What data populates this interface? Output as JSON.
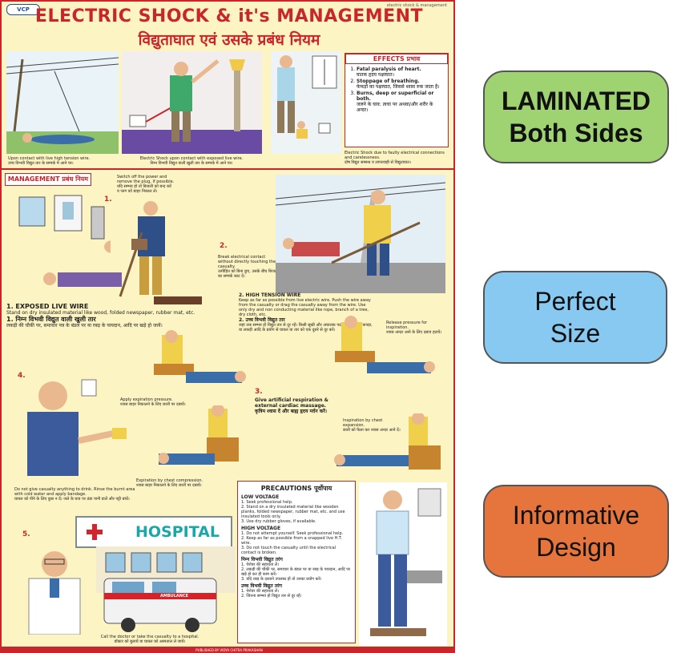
{
  "poster": {
    "badge": "VCP",
    "corner_note": "electric shock & management",
    "title_en": "ELECTRIC SHOCK & it's MANAGEMENT",
    "title_hi": "विद्युताघात एवं उसके प्रबंध नियम",
    "captions": {
      "lying": "Upon contact with live high tension wire.",
      "lying_hi": "उच्च विभवी विद्युत तार के सम्पर्क में आने पर।",
      "exposed_contact": "Electric Shock upon contact with exposed live wire.",
      "exposed_contact_hi": "निम्न विभवी विद्युत वाली खुली तार के सम्पर्क में आने पर।",
      "faulty": "Electric Shock due to faulty electrical connections and carelessness.",
      "faulty_hi": "दोष विद्युत सम्बन्ध व लापरवाही से विद्युताघात।"
    },
    "effects": {
      "title": "EFFECTS प्रभाव",
      "items": [
        "Fatal paralysis of heart.",
        "घातक हृदय पक्षाघात।",
        "Stoppage of breathing.",
        "फेफड़ों का पक्षाघात, जिससे श्वास रुक जाता है।",
        "Burns, deep or superficial or both.",
        "जलने के घाव: त्वचा पर अथवा/और शरीर के अन्दर।"
      ]
    },
    "management": {
      "title": "MANAGEMENT प्रबंध नियम",
      "step1_note": "Switch off the power and remove the plug, if possible.",
      "step1_note_hi": "यदि सम्भव हो तो बिजली को बन्द करें व प्लग को बाहर निकाल लें।",
      "step2_note": "Break electrical contact without directly touching the casualty.",
      "step2_note_hi": "उत्पीड़ित को बिना छुए, उसके बीच बिजली का सम्पर्क काट दें।",
      "exposed_heading": "1. EXPOSED LIVE WIRE",
      "exposed_text": "Stand on dry insulated material like wood, folded newspaper, rubber mat, etc.",
      "exposed_heading_hi": "1. निम्न विभवी विद्युत वाली खुली तार",
      "exposed_text_hi": "लकड़ी की चौकी पर, समाचार पत्र के बंडल पर या रबड़ के पायदान, आदि पर खड़े हो जायें।",
      "high_tension_heading": "2. HIGH TENSION WIRE",
      "high_tension_text": "Keep as far as possible from live electric wire. Push the wire away from the casualty or drag the casualty away from the wire. Use only dry and non conducting material like rope, branch of a tree, dry cloth, etc.",
      "high_tension_heading_hi": "2. उच्च विभवी विद्युत तार",
      "high_tension_text_hi": "जहां तक सम्भव हो विद्युत तार से दूर रहें। किसी सूखी और अचालक पदार्थ जैसे रस्सी, कपड़ा, या लकड़ी आदि के प्रयोग से घायल या तार को एक दूसरे से दूर करें।",
      "expiration": "Apply expiration pressure.",
      "expiration_hi": "श्वास बाहर निकालने के लिए छाती पर दबायें।",
      "release": "Release pressure for inspiration.",
      "release_hi": "श्वास अन्दर आने के लिए दबाव हटायें।",
      "step3": "Give artificial respiration & external cardiac massage.",
      "step3_hi": "कृत्रिम श्वास दें और बाह्य हृदय मर्दन करें।",
      "chest_expansion": "Inspiration by chest expansion.",
      "chest_expansion_hi": "छाती को फैला कर श्वास अन्दर आने दें।",
      "chest_compression": "Expiration by chest compression.",
      "chest_compression_hi": "श्वास बाहर निकालने के लिए छाती पर दबायें।",
      "step4_note": "Do not give casualty anything to drink. Rinse the burnt area with cold water and apply bandage.",
      "step4_note_hi": "घायल को पीने के लिए कुछ न दें। जले के घाव पर ठंडा पानी डालें और पट्टी बांधें।",
      "hospital_sign": "HOSPITAL",
      "ambulance_label": "AMBULANCE",
      "doctor_caption": "Call the doctor or take the casualty to a hospital.",
      "doctor_caption_hi": "डॉक्टर को बुलायें या घायल को अस्पताल ले जायें।"
    },
    "precautions": {
      "title": "PRECAUTIONS पूर्वोपाय",
      "low_heading": "LOW VOLTAGE",
      "low_items": [
        "1. Seek professional help.",
        "2. Stand on a dry insulated material like wooden planks, folded newspaper, rubber mat, etc. and use insulated tools only.",
        "3. Use dry rubber gloves, if available."
      ],
      "high_heading": "HIGH VOLTAGE",
      "high_items": [
        "1. Do not attempt yourself. Seek professional help.",
        "2. Keep as far as possible from a snapped live H.T. wire.",
        "3. Do not touch the casualty until the electrical contact is broken."
      ],
      "low_heading_hi": "निम्न विभवी विद्युत तरंग",
      "low_items_hi": [
        "1. पेशेवर की सहायता लें।",
        "2. लकड़ी की चौकी पर, समाचार के बंडल पर या रबड़ के पायदान, आदि पर खड़े हो कर ही काम करें।",
        "3. यदि रबड़ के दस्ताने उपलब्ध हों तो उनका प्रयोग करें।"
      ],
      "high_heading_hi": "उच्च विभवी विद्युत तरंग",
      "high_items_hi": [
        "1. पेशेवर की सहायता लें।",
        "2. जितना सम्भव हो विद्युत तार से दूर रहें।"
      ]
    },
    "numbers": [
      "1.",
      "2.",
      "3.",
      "4.",
      "5."
    ],
    "footer": "PUBLISHED BY VIDYA CHITRA PRAKASHAN"
  },
  "features": {
    "laminated": [
      "LAMINATED",
      "Both Sides"
    ],
    "size": [
      "Perfect",
      "Size"
    ],
    "design": [
      "Informative",
      "Design"
    ]
  },
  "colors": {
    "poster_bg": "#fdf4c4",
    "accent_red": "#c8262b",
    "pill_green": "#9fd270",
    "pill_blue": "#87c9f0",
    "pill_orange": "#e5743d"
  }
}
